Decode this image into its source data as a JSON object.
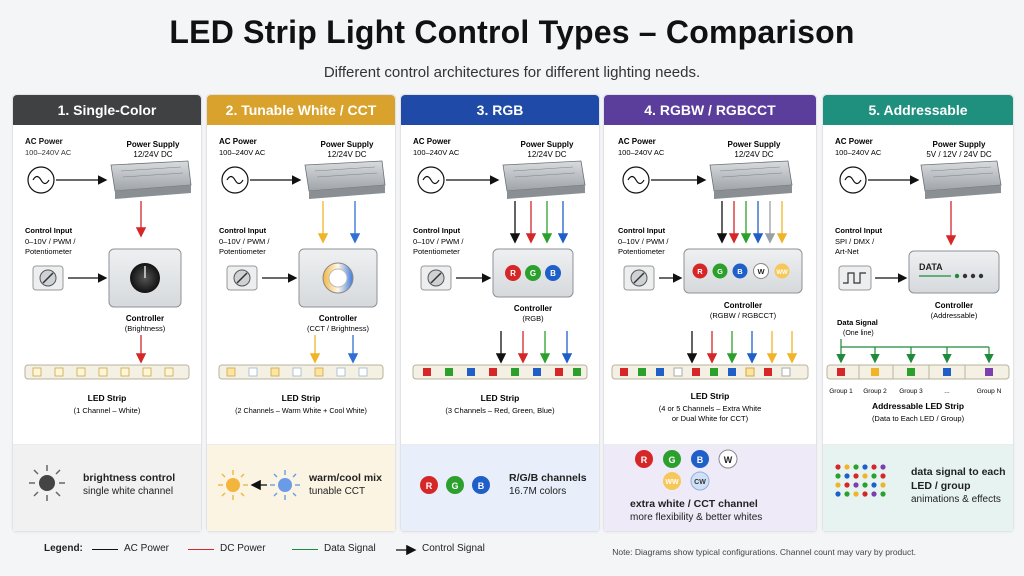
{
  "title": "LED Strip Light Control Types – Comparison",
  "subtitle": "Different control architectures for different lighting needs.",
  "colors": {
    "ac": "#111111",
    "dc": "#d62728",
    "data": "#1e8a3a",
    "warm": "#f0b429",
    "cool": "#2f6fd6",
    "red": "#d62728",
    "green": "#2ca02c",
    "blue": "#1f5fc8"
  },
  "columns": [
    {
      "header": "1. Single-Color",
      "color": "#3f4143",
      "ac_label": "AC Power",
      "ac_range": "100–240V AC",
      "ps_label": "Power Supply",
      "ps_volt": "12/24V DC",
      "ci_label": "Control Input",
      "ci_detail1": "0–10V / PWM /",
      "ci_detail2": "Potentiometer",
      "ctrl_label": "Controller",
      "ctrl_sub": "(Brightness)",
      "strip_label": "LED Strip",
      "strip_sub": "(1 Channel – White)",
      "bottom_main": "brightness control",
      "bottom_sub": "single white channel"
    },
    {
      "header": "2. Tunable White / CCT",
      "color": "#d9a22c",
      "ac_label": "AC Power",
      "ac_range": "100–240V AC",
      "ps_label": "Power Supply",
      "ps_volt": "12/24V DC",
      "ci_label": "Control Input",
      "ci_detail1": "0–10V / PWM /",
      "ci_detail2": "Potentiometer",
      "ctrl_label": "Controller",
      "ctrl_sub": "(CCT / Brightness)",
      "strip_label": "LED Strip",
      "strip_sub": "(2 Channels – Warm White + Cool White)",
      "bottom_main": "warm/cool mix",
      "bottom_sub": "tunable CCT"
    },
    {
      "header": "3. RGB",
      "color": "#1f4aa8",
      "ac_label": "AC Power",
      "ac_range": "100–240V AC",
      "ps_label": "Power Supply",
      "ps_volt": "12/24V DC",
      "ci_label": "Control Input",
      "ci_detail1": "0–10V / PWM /",
      "ci_detail2": "Potentiometer",
      "ctrl_label": "Controller",
      "ctrl_sub": "(RGB)",
      "strip_label": "LED Strip",
      "strip_sub": "(3 Channels – Red, Green, Blue)",
      "bottom_main": "R/G/B channels",
      "bottom_sub": "16.7M colors"
    },
    {
      "header": "4. RGBW / RGBCCT",
      "color": "#5b3d9c",
      "ac_label": "AC Power",
      "ac_range": "100–240V AC",
      "ps_label": "Power Supply",
      "ps_volt": "12/24V DC",
      "ci_label": "Control Input",
      "ci_detail1": "0–10V / PWM /",
      "ci_detail2": "Potentiometer",
      "ctrl_label": "Controller",
      "ctrl_sub": "(RGBW / RGBCCT)",
      "strip_label": "LED Strip",
      "strip_sub": "(4 or 5 Channels – Extra White",
      "strip_sub2": "or Dual White for CCT)",
      "bottom_main": "extra white / CCT channel",
      "bottom_sub": "more flexibility & better whites"
    },
    {
      "header": "5. Addressable",
      "color": "#1f8f7e",
      "ac_label": "AC Power",
      "ac_range": "100–240V AC",
      "ps_label": "Power Supply",
      "ps_volt": "5V / 12V / 24V DC",
      "ci_label": "Control Input",
      "ci_detail1": "SPI / DMX /",
      "ci_detail2": "Art-Net",
      "ctrl_label": "Controller",
      "ctrl_sub": "(Addressable)",
      "ctrl_inner": "DATA",
      "data_label": "Data Signal",
      "data_sub": "(One line)",
      "groups": [
        "Group 1",
        "Group 2",
        "Group 3",
        "...",
        "Group N"
      ],
      "strip_label": "Addressable LED Strip",
      "strip_sub": "(Data to Each LED / Group)",
      "bottom_main": "data signal to each",
      "bottom_main2": "LED / group",
      "bottom_sub": "animations & effects"
    }
  ],
  "badges": {
    "r": "R",
    "g": "G",
    "b": "B",
    "w": "W",
    "ww": "WW",
    "cw": "CW"
  },
  "legend": {
    "title": "Legend:",
    "ac": "AC Power",
    "dc": "DC Power",
    "data": "Data Signal",
    "control": "Control Signal"
  },
  "note": "Note: Diagrams show typical configurations. Channel count may vary by product."
}
